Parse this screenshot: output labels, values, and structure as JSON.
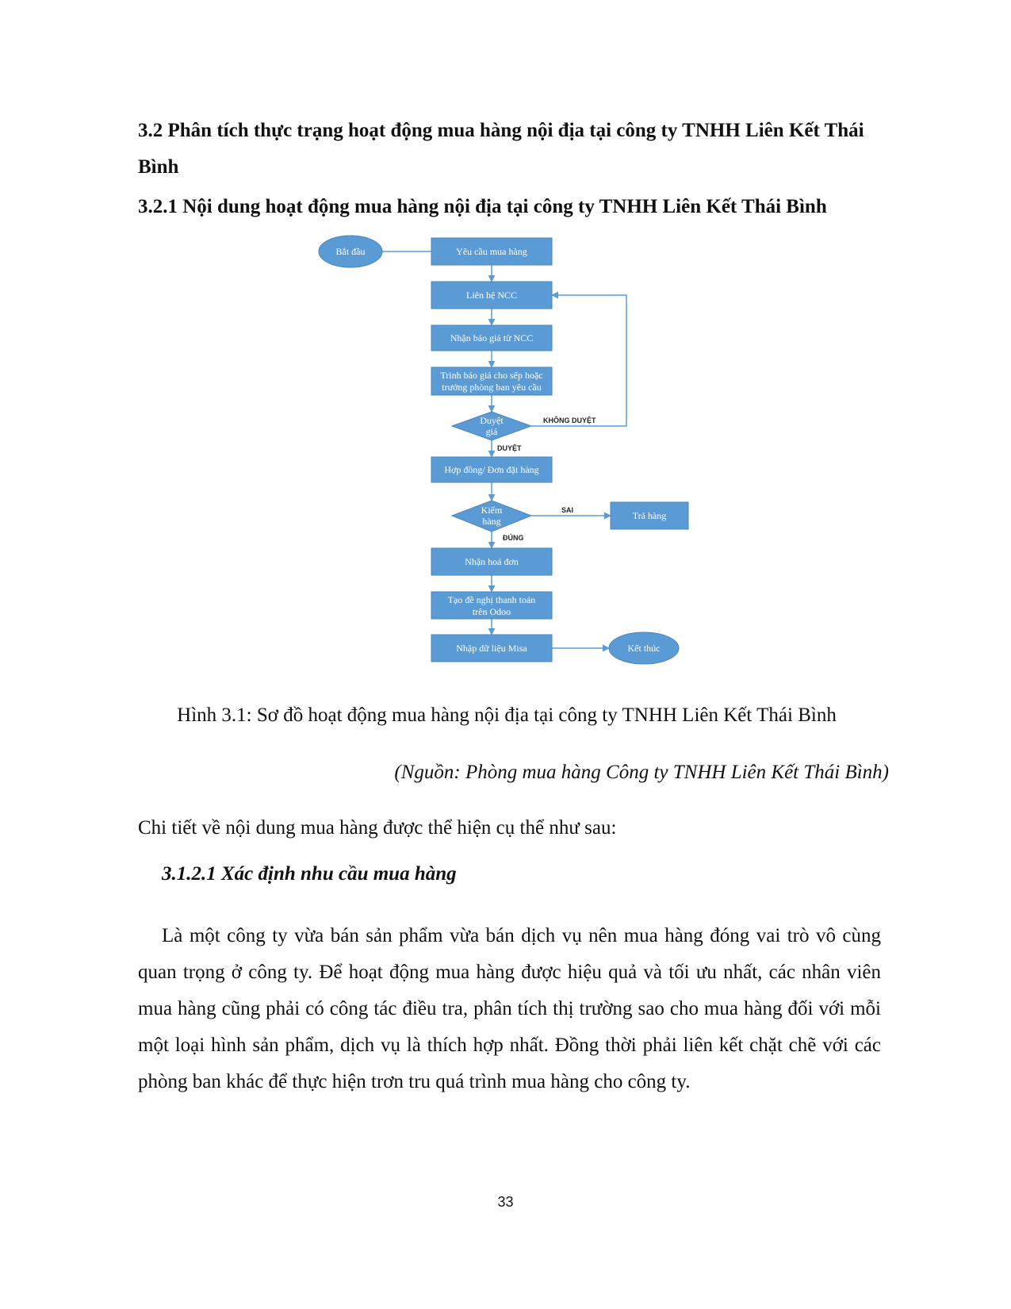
{
  "heading_section": "3.2 Phân tích thực trạng hoạt động mua hàng nội địa tại công ty TNHH Liên Kết Thái Bình",
  "heading_subsection": "3.2.1 Nội dung hoạt động mua hàng nội địa tại công ty TNHH Liên Kết Thái Bình",
  "flowchart": {
    "start": "Bắt đầu",
    "request": "Yêu cầu mua hàng",
    "contact": "Liên hệ NCC",
    "quote": "Nhận báo giá từ NCC",
    "submit_line1": "Trình báo giá cho sếp hoặc",
    "submit_line2": "trưởng phòng ban yêu cầu",
    "approve_line1": "Duyệt",
    "approve_line2": "giá",
    "not_approved": "KHÔNG DUYỆT",
    "approved": "DUYỆT",
    "contract": "Hợp đồng/ Đơn đặt hàng",
    "check_line1": "Kiểm",
    "check_line2": "hàng",
    "wrong": "SAI",
    "return": "Trả hàng",
    "right": "ĐÚNG",
    "invoice": "Nhận hoá đơn",
    "payment_line1": "Tạo đề nghị thanh toán",
    "payment_line2": "trên Odoo",
    "misa": "Nhập dữ liệu Misa",
    "end": "Kết thúc"
  },
  "caption": "Hình 3.1: Sơ đồ hoạt động mua hàng nội địa tại công ty TNHH Liên Kết Thái Bình",
  "source": "(Nguồn: Phòng mua hàng Công ty TNHH Liên Kết Thái Bình)",
  "lead": "Chi tiết về nội dung mua hàng được thể hiện cụ thể như sau:",
  "heading_item": "3.1.2.1 Xác định nhu cầu mua hàng",
  "paragraph": "Là một công ty vừa bán sản phẩm vừa bán dịch vụ nên mua hàng đóng vai trò vô cùng quan trọng ở công ty. Để hoạt động mua hàng được hiệu quả và tối ưu nhất, các nhân viên mua hàng cũng phải có công tác điều tra, phân tích thị trường sao cho mua hàng đối với mỗi một loại hình sản phẩm, dịch vụ là thích hợp nhất. Đồng thời phải liên kết chặt chẽ với các phòng ban khác để thực hiện trơn tru quá trình mua hàng cho công ty.",
  "page_number": "33",
  "colors": {
    "node_fill": "#5b9bd5",
    "node_text": "#ffffff"
  }
}
